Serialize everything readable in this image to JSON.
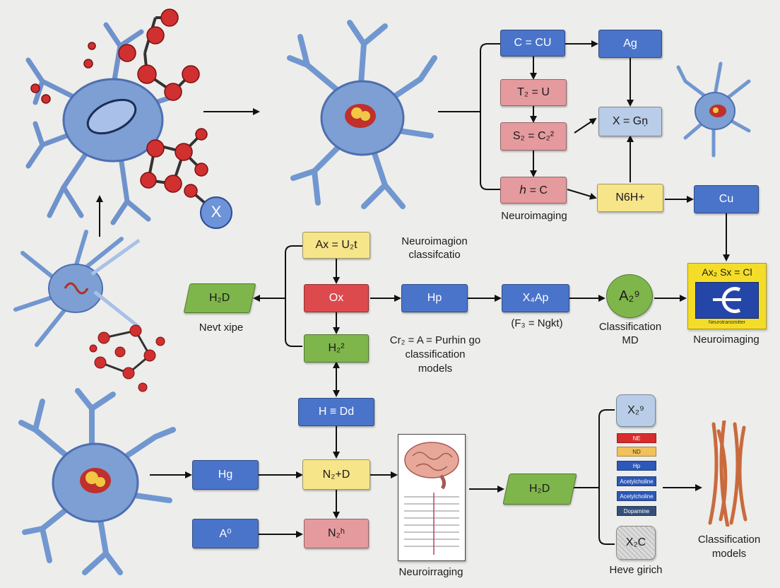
{
  "nodes": {
    "c_cu": "C = CU",
    "ag": "Ag",
    "t2_u": "T₂ = U",
    "s2_c2": "S₂ = C₂²",
    "x_gn": "X = Gṇ",
    "h_c": "ℎ = C",
    "n6h": "N6H+",
    "cu": "Cu",
    "ax_u2t": "Ax = U₂t",
    "ox": "Ox",
    "hp": "Hp",
    "x4ap": "X₄Ap",
    "a2": "A₂⁹",
    "h2d_left": "H₂D",
    "h2_2": "H₂²",
    "h_dd": "H ≡ Dd",
    "hg": "Hg",
    "n2_d": "N₂+D",
    "a0": "A⁰",
    "n2h": "N₂ʰ",
    "h2d_bottom": "H₂D",
    "x2_9": "X₂⁹",
    "x2c": "X₂C"
  },
  "labels": {
    "neuroimaging_top": "Neuroimaging",
    "neuroimagion": "Neuroimagion",
    "classifcatio": "classifcatio",
    "nevt_xipe": "Nevt xipe",
    "f3_ngkt": "(F₃ = Ngkt)",
    "classification_md_1": "Classification",
    "classification_md_2": "MD",
    "neuroimaging_right": "Neuroimaging",
    "crp_1": "Cr₂ = A = Purhin go",
    "crp_2": "classification",
    "crp_3": "models",
    "neuroirraging": "Neuroirraging",
    "heve_girich": "Heve girich",
    "classification_models_1": "Classification",
    "classification_models_2": "models",
    "x_badge": "X"
  },
  "panel": {
    "title": "Ax₂ Sx = Cl",
    "caption": "Neurotransmitter"
  },
  "mini_bars": [
    "NE",
    "ND",
    "Hp",
    "Acetylcholine",
    "Acetylcholine",
    "Dopamine"
  ],
  "colors": {
    "blue": "#4a74c9",
    "pink": "#e59a9e",
    "red": "#dc4a4d",
    "yellow": "#f7e58a",
    "green": "#7fb64b",
    "light_blue": "#b9cde8",
    "neuron": "#7d9fd3",
    "molecule": "#d03030",
    "panel_yellow": "#f4dd29"
  }
}
